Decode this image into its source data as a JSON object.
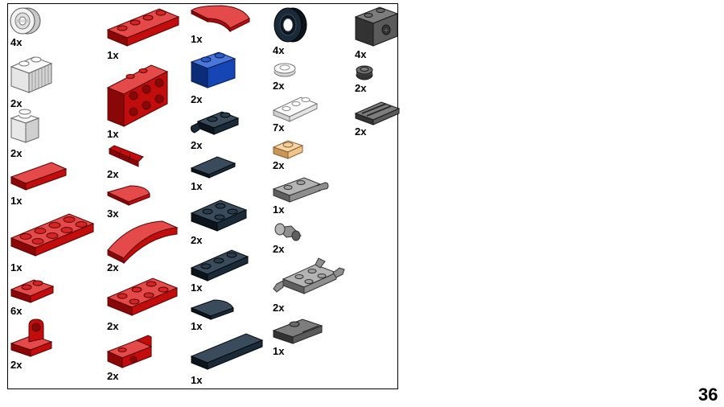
{
  "page_number": "36",
  "colors": {
    "red": "#c30d0d",
    "red_dark": "#8a0707",
    "red_light": "#e44a4a",
    "blue": "#1646b6",
    "blue_dark": "#0d2c78",
    "blue_light": "#4b78d8",
    "navy": "#1b2a38",
    "navy_dark": "#0c141c",
    "navy_light": "#3a4c5c",
    "white": "#f2f2f2",
    "white_dark": "#c8c8c8",
    "tan": "#f2c48a",
    "tan_dark": "#c99558",
    "grey": "#8f8f8f",
    "grey_dark": "#5f5f5f",
    "grey_light": "#b4b4b4",
    "dgrey": "#5a5a5a",
    "dgrey_dark": "#333333",
    "dgrey_light": "#7d7d7d"
  },
  "parts": [
    {
      "id": "p01",
      "name": "white-tyre-rim-icon",
      "qty": "4x"
    },
    {
      "id": "p02",
      "name": "white-grille-brick-icon",
      "qty": "2x"
    },
    {
      "id": "p03",
      "name": "white-brick-1x1-icon",
      "qty": "2x"
    },
    {
      "id": "p04",
      "name": "red-tile-1x4-icon",
      "qty": "1x"
    },
    {
      "id": "p05",
      "name": "red-plate-2x4-icon",
      "qty": "1x"
    },
    {
      "id": "p06",
      "name": "red-plate-1x2-icon",
      "qty": "6x"
    },
    {
      "id": "p07",
      "name": "red-clip-plate-icon",
      "qty": "2x"
    },
    {
      "id": "p08",
      "name": "red-plate-1x4-icon",
      "qty": "1x"
    },
    {
      "id": "p09",
      "name": "red-bracket-2x4-icon",
      "qty": "1x"
    },
    {
      "id": "p10",
      "name": "red-pin-connector-icon",
      "qty": "2x"
    },
    {
      "id": "p11",
      "name": "red-curved-tile-icon",
      "qty": "3x"
    },
    {
      "id": "p12",
      "name": "red-arch-slope-icon",
      "qty": "2x"
    },
    {
      "id": "p13",
      "name": "red-plate-2x3-icon",
      "qty": "2x"
    },
    {
      "id": "p14",
      "name": "red-bracket-plate-icon",
      "qty": "2x"
    },
    {
      "id": "p15",
      "name": "red-curved-slope-icon",
      "qty": "1x"
    },
    {
      "id": "p16",
      "name": "blue-brick-1x2-icon",
      "qty": "2x"
    },
    {
      "id": "p17",
      "name": "navy-clip-plate-icon",
      "qty": "2x"
    },
    {
      "id": "p18",
      "name": "navy-tile-1x2-icon",
      "qty": "1x"
    },
    {
      "id": "p19",
      "name": "navy-plate-2x2-icon",
      "qty": "2x"
    },
    {
      "id": "p20",
      "name": "navy-plate-1x3-icon",
      "qty": "1x"
    },
    {
      "id": "p21",
      "name": "navy-curved-tile-icon",
      "qty": "1x"
    },
    {
      "id": "p22",
      "name": "navy-tile-1x6-icon",
      "qty": "1x"
    },
    {
      "id": "p23",
      "name": "navy-tyre-icon",
      "qty": "4x"
    },
    {
      "id": "p24",
      "name": "white-round-plate-icon",
      "qty": "2x"
    },
    {
      "id": "p25",
      "name": "white-plate-1x3-icon",
      "qty": "7x"
    },
    {
      "id": "p26",
      "name": "tan-plate-1x1-icon",
      "qty": "2x"
    },
    {
      "id": "p27",
      "name": "grey-wheel-holder-plate-icon",
      "qty": "1x"
    },
    {
      "id": "p28",
      "name": "grey-pin-icon",
      "qty": "2x"
    },
    {
      "id": "p29",
      "name": "grey-axle-plate-icon",
      "qty": "2x"
    },
    {
      "id": "p30",
      "name": "dark-grey-rail-plate-icon",
      "qty": "1x"
    },
    {
      "id": "p31",
      "name": "dark-grey-technic-brick-icon",
      "qty": "4x"
    },
    {
      "id": "p32",
      "name": "dark-grey-round-plate-icon",
      "qty": "2x"
    },
    {
      "id": "p33",
      "name": "dark-grey-grille-tile-icon",
      "qty": "2x"
    }
  ]
}
